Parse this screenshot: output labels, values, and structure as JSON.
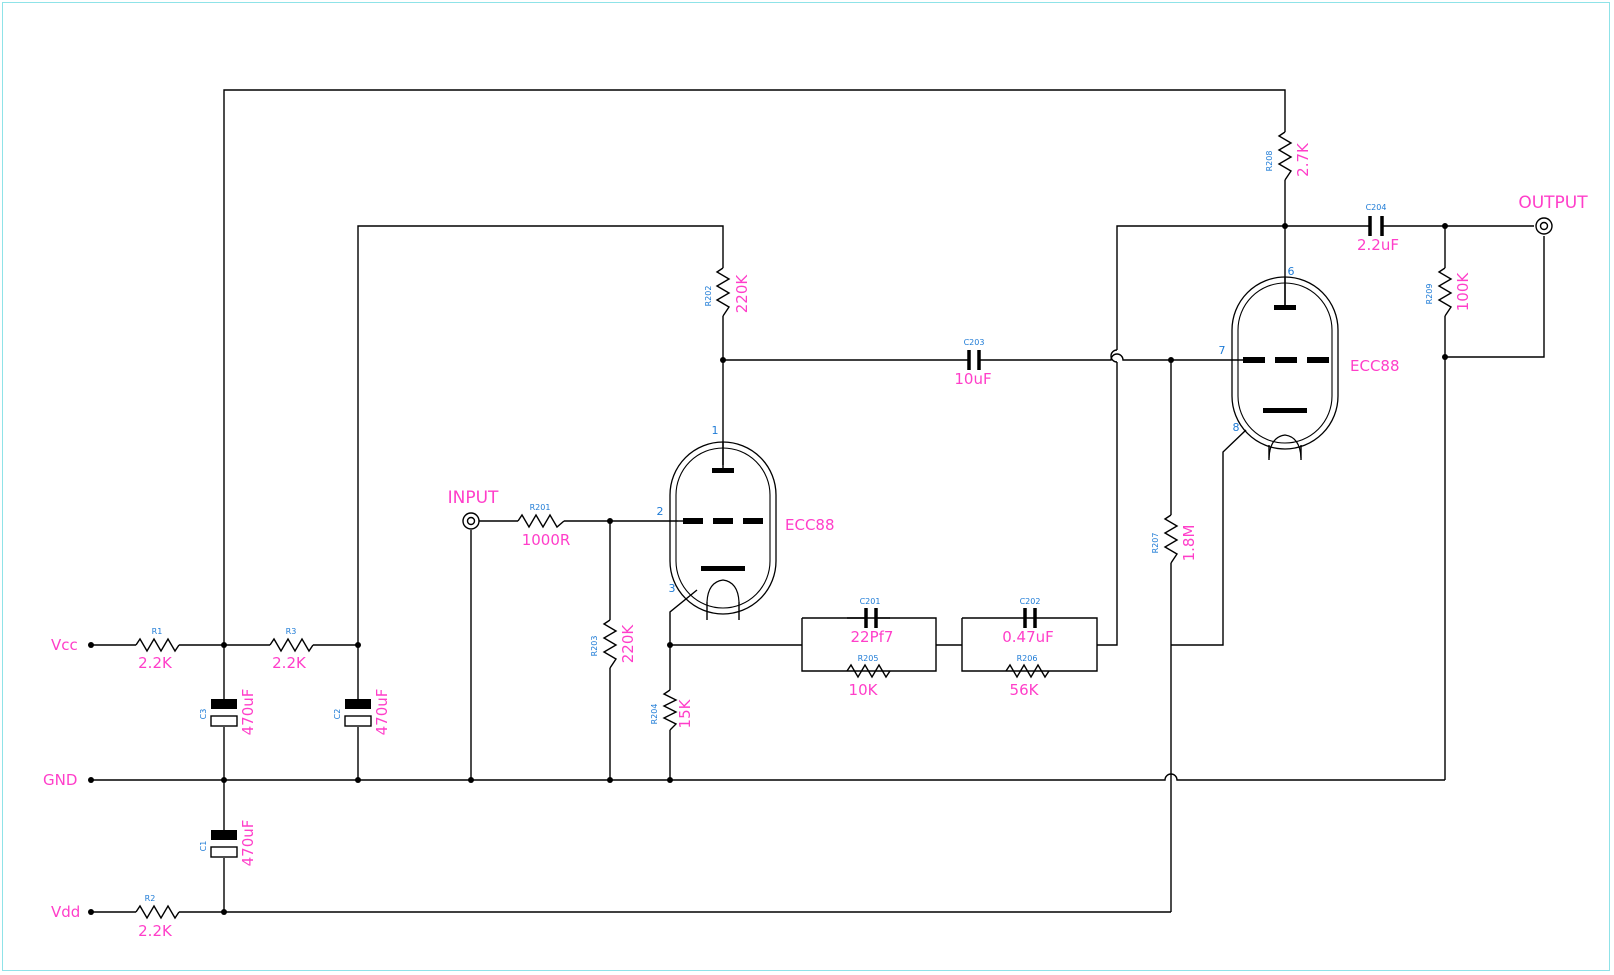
{
  "rails": {
    "vcc": "Vcc",
    "gnd": "GND",
    "vdd": "Vdd"
  },
  "connectors": {
    "input": "INPUT",
    "output": "OUTPUT"
  },
  "tubes": [
    {
      "type": "ECC88",
      "pins": {
        "plate": "1",
        "grid": "2",
        "cathode": "3"
      }
    },
    {
      "type": "ECC88",
      "pins": {
        "plate": "6",
        "grid": "7",
        "cathode": "8"
      }
    }
  ],
  "resistors": [
    {
      "id": "R1",
      "ref": "R1",
      "value": "2.2K"
    },
    {
      "id": "R3",
      "ref": "R3",
      "value": "2.2K"
    },
    {
      "id": "R2",
      "ref": "R2",
      "value": "2.2K"
    },
    {
      "id": "R201",
      "ref": "R201",
      "value": "1000R"
    },
    {
      "id": "R202",
      "ref": "R202",
      "value": "220K"
    },
    {
      "id": "R203",
      "ref": "R203",
      "value": "220K"
    },
    {
      "id": "R204",
      "ref": "R204",
      "value": "15K"
    },
    {
      "id": "R205",
      "ref": "R205",
      "value": "10K"
    },
    {
      "id": "R206",
      "ref": "R206",
      "value": "56K"
    },
    {
      "id": "R207",
      "ref": "R207",
      "value": "1.8M"
    },
    {
      "id": "R208",
      "ref": "R208",
      "value": "2.7K"
    },
    {
      "id": "R209",
      "ref": "R209",
      "value": "100K"
    }
  ],
  "capacitors": [
    {
      "id": "C1",
      "ref": "C1",
      "value": "470uF"
    },
    {
      "id": "C2",
      "ref": "C2",
      "value": "470uF"
    },
    {
      "id": "C3",
      "ref": "C3",
      "value": "470uF"
    },
    {
      "id": "C201",
      "ref": "C201",
      "value": "22Pf7"
    },
    {
      "id": "C202",
      "ref": "C202",
      "value": "0.47uF"
    },
    {
      "id": "C203",
      "ref": "C203",
      "value": "10uF"
    },
    {
      "id": "C204",
      "ref": "C204",
      "value": "2.2uF"
    }
  ]
}
